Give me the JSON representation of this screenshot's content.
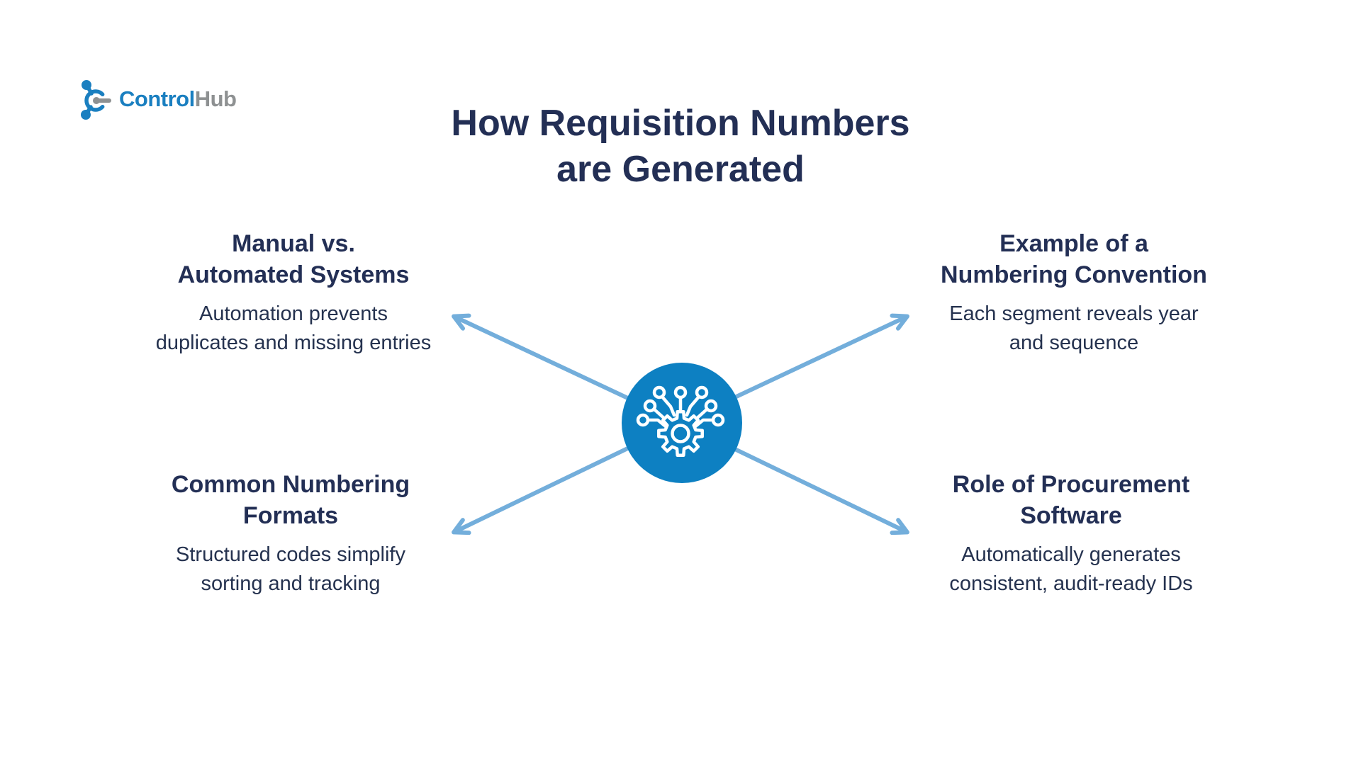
{
  "brand": {
    "logo_icon": "molecule-icon",
    "name_primary": "Control",
    "name_secondary": "Hub"
  },
  "title": {
    "lines": [
      "How Requisition Numbers",
      "are Generated"
    ]
  },
  "center": {
    "icon": "gear-network-icon",
    "shape": "filled-circle"
  },
  "sections": [
    {
      "position": "top-left",
      "heading_lines": [
        "Manual vs.",
        "Automated Systems"
      ],
      "body_lines": [
        "Automation prevents",
        "duplicates and missing entries"
      ]
    },
    {
      "position": "top-right",
      "heading_lines": [
        "Example of a",
        "Numbering Convention"
      ],
      "body_lines": [
        "Each segment reveals year",
        "and sequence"
      ]
    },
    {
      "position": "bottom-left",
      "heading_lines": [
        "Common Numbering",
        "Formats"
      ],
      "body_lines": [
        "Structured codes simplify",
        "sorting and tracking"
      ]
    },
    {
      "position": "bottom-right",
      "heading_lines": [
        "Role of Procurement",
        "Software"
      ],
      "body_lines": [
        "Automatically generates",
        "consistent, audit-ready IDs"
      ]
    }
  ],
  "colors": {
    "heading_navy": "#232f55",
    "body_navy": "#25324f",
    "hub_circle_blue": "#0d80c2",
    "arrow_blue": "#73aedb",
    "logo_blue": "#1a7fc0",
    "logo_gray": "#8e9192",
    "icon_white": "#ffffff",
    "background": "#ffffff"
  }
}
